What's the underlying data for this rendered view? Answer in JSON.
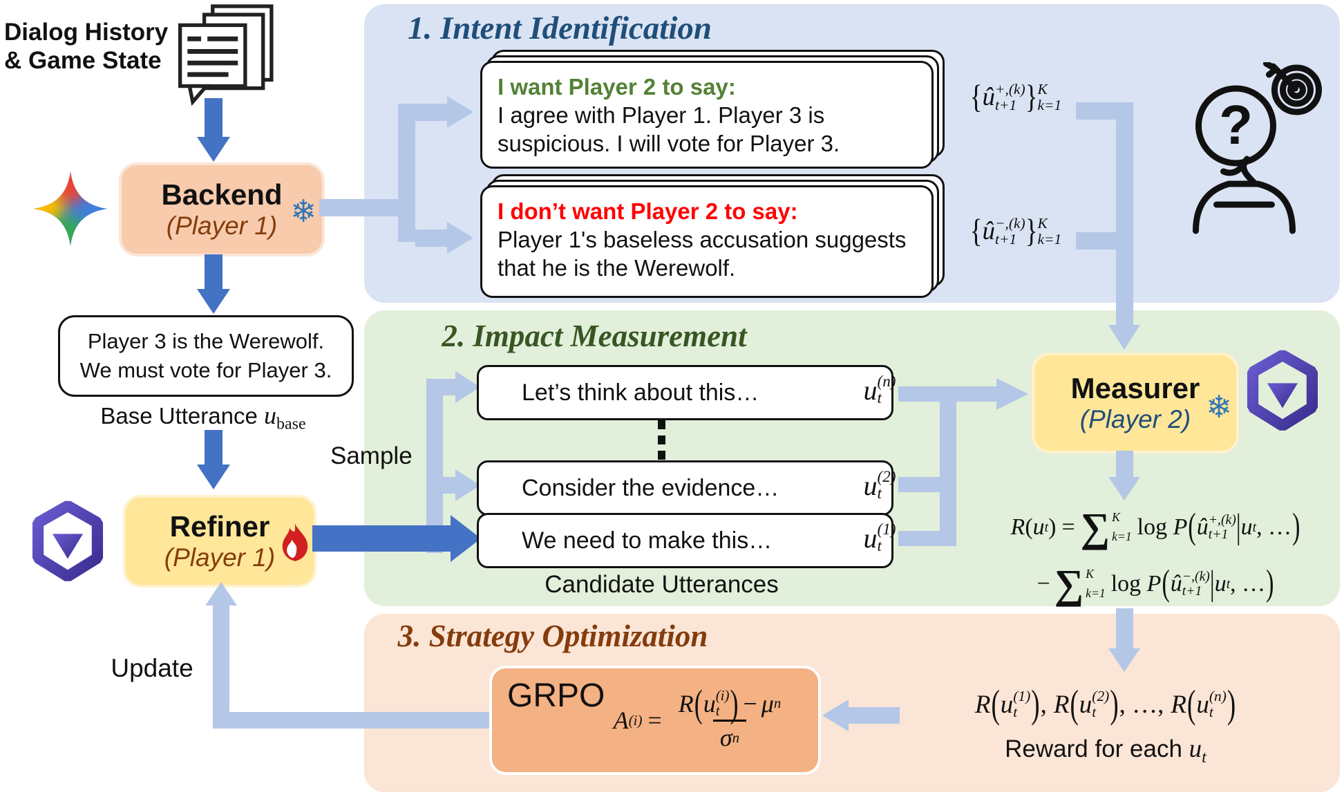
{
  "left": {
    "input_line1": "Dialog History",
    "input_line2": "& Game State",
    "backend": {
      "title": "Backend",
      "subtitle": "(Player 1)"
    },
    "base_box": {
      "line1": "Player 3 is the Werewolf.",
      "line2": "We must vote for Player 3."
    },
    "base_caption": {
      "prefix": "Base Utterance ",
      "sym": "u",
      "sub": "base"
    },
    "refiner": {
      "title": "Refiner",
      "subtitle": "(Player 1)"
    }
  },
  "sym": {
    "lp": "(",
    "rp": ")",
    "bar": "|",
    "eq": "=",
    "minus": "−",
    "sum": "∑",
    "lbrace": "{",
    "rbrace": "}"
  },
  "stage1": {
    "title": "1. Intent Identification",
    "positive_card": {
      "heading": "I want Player 2 to say:",
      "body": "I agree with Player 1. Player 3 is suspicious. I will vote for Player 3."
    },
    "negative_card": {
      "heading": "I don’t want Player 2 to say:",
      "body": "Player 1's baseless accusation suggests that he is the Werewolf."
    },
    "positive_set": {
      "uhat": "û",
      "sup": "+,(k)",
      "sub": "t+1",
      "limt": "K",
      "limb": "k=1"
    },
    "negative_set": {
      "uhat": "û",
      "sup": "−,(k)",
      "sub": "t+1",
      "limt": "K",
      "limb": "k=1"
    }
  },
  "stage2": {
    "title": "2. Impact Measurement",
    "sample_label": "Sample",
    "candidates": [
      {
        "text": "Let’s think about this…",
        "sym": "u",
        "sub": "t",
        "sup": "(n)"
      },
      {
        "text": "Consider the evidence…",
        "sym": "u",
        "sub": "t",
        "sup": "(2)"
      },
      {
        "text": "We need to make this…",
        "sym": "u",
        "sub": "t",
        "sup": "(1)"
      }
    ],
    "ellipsis": "⋮",
    "caption": "Candidate Utterances",
    "measurer": {
      "title": "Measurer",
      "subtitle": "(Player 2)"
    },
    "formula": {
      "line1": {
        "R": "R",
        "u": "u",
        "usub": "t",
        "limt": "K",
        "limb": "k=1",
        "log": "log",
        "P": "P",
        "uhat": "û",
        "hsup": "+,(k)",
        "hsub": "t+1",
        "u2": "u",
        "u2sub": "t",
        "tail": ", …"
      },
      "line2": {
        "limt": "K",
        "limb": "k=1",
        "log": "log",
        "P": "P",
        "uhat": "û",
        "hsup": "−,(k)",
        "hsub": "t+1",
        "u2": "u",
        "u2sub": "t",
        "tail": ", …"
      }
    }
  },
  "stage3": {
    "title": "3. Strategy Optimization",
    "update_label": "Update",
    "grpo": {
      "label": "GRPO",
      "A": "A",
      "Asup": "(i)",
      "num": {
        "R": "R",
        "u": "u",
        "usub": "t",
        "usup": "(i)",
        "mu": "μ",
        "musub": "n"
      },
      "den": {
        "sigma": "σ",
        "sigsub": "n"
      }
    },
    "rewards": {
      "items": [
        {
          "R": "R",
          "u": "u",
          "usub": "t",
          "usup": "(1)",
          "sep": ","
        },
        {
          "R": "R",
          "u": "u",
          "usub": "t",
          "usup": "(2)",
          "sep": ", …,"
        },
        {
          "R": "R",
          "u": "u",
          "usub": "t",
          "usup": "(n)",
          "sep": ""
        }
      ],
      "caption_prefix": "Reward for each ",
      "caption_sym": "u",
      "caption_sub": "t"
    }
  },
  "icons": {
    "snowflake": "❄"
  },
  "colors": {
    "dark_arrow": "#4472C4",
    "light_arrow": "#B4C7E7",
    "stage1_bg": "#DAE3F3",
    "stage2_bg": "#E2EFDA",
    "stage3_bg": "#FBE5D6",
    "stage1_title": "#1F4E79",
    "stage2_title": "#375623",
    "stage3_title": "#843C0C",
    "positive_green": "#538135",
    "negative_red": "#FF0000",
    "player1_brown": "#843C0C",
    "player2_blue": "#1F4E79",
    "frozen_blue": "#2E75B6",
    "backend_fill": "#F8CBAD",
    "model_fill": "#FFE699",
    "grpo_fill": "#F4B183"
  }
}
